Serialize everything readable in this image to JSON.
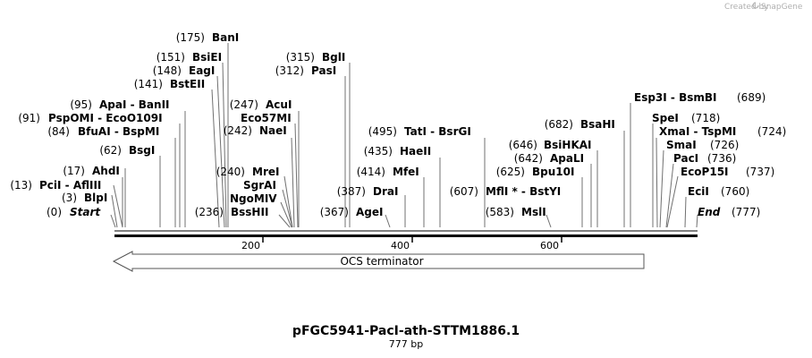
{
  "credit": {
    "prefix": "Created by",
    "brand": "SnapGene"
  },
  "map": {
    "title": "pFGC5941-PacI-ath-STTM1886.1",
    "length_label": "777 bp",
    "length_bp": 777,
    "ticks": [
      "200",
      "400",
      "600"
    ],
    "feature": {
      "name": "OCS terminator",
      "direction": "reverse"
    }
  },
  "sites": [
    {
      "pos": "(0)",
      "text": "Start"
    },
    {
      "pos": "(3)",
      "text": "BlpI"
    },
    {
      "pos": "(13)",
      "text": "PciI  - AflIII"
    },
    {
      "pos": "(17)",
      "text": "AhdI"
    },
    {
      "pos": "(62)",
      "text": "BsgI"
    },
    {
      "pos": "(84)",
      "text": "BfuAI  - BspMI"
    },
    {
      "pos": "(91)",
      "text": "PspOMI  - EcoO109I"
    },
    {
      "pos": "(95)",
      "text": "ApaI  - BanII"
    },
    {
      "pos": "(141)",
      "text": "BstEII"
    },
    {
      "pos": "(148)",
      "text": "EagI"
    },
    {
      "pos": "(151)",
      "text": "BsiEI"
    },
    {
      "pos": "(175)",
      "text": "BanI"
    },
    {
      "pos": "(236)",
      "text": "BssHII"
    },
    {
      "pos": "",
      "text": "NgoMIV"
    },
    {
      "pos": "",
      "text": "SgrAI"
    },
    {
      "pos": "(240)",
      "text": "MreI"
    },
    {
      "pos": "(242)",
      "text": "NaeI"
    },
    {
      "pos": "",
      "text": "Eco57MI"
    },
    {
      "pos": "(247)",
      "text": "AcuI"
    },
    {
      "pos": "(312)",
      "text": "PasI"
    },
    {
      "pos": "(315)",
      "text": "BglI"
    },
    {
      "pos": "(367)",
      "text": "AgeI"
    },
    {
      "pos": "(387)",
      "text": "DraI"
    },
    {
      "pos": "(414)",
      "text": "MfeI"
    },
    {
      "pos": "(435)",
      "text": "HaeII"
    },
    {
      "pos": "(495)",
      "text": "TatI  - BsrGI"
    },
    {
      "pos": "(583)",
      "text": "MslI"
    },
    {
      "pos": "(607)",
      "text": "MflI * - BstYI"
    },
    {
      "pos": "(625)",
      "text": "Bpu10I"
    },
    {
      "pos": "(642)",
      "text": "ApaLI"
    },
    {
      "pos": "(646)",
      "text": "BsiHKAI"
    },
    {
      "pos": "(682)",
      "text": "BsaHI"
    },
    {
      "pos": "(689)",
      "text": "Esp3I  - BsmBI"
    },
    {
      "pos": "(718)",
      "text": "SpeI"
    },
    {
      "pos": "(724)",
      "text": "XmaI  - TspMI"
    },
    {
      "pos": "(726)",
      "text": "SmaI"
    },
    {
      "pos": "(736)",
      "text": "PacI"
    },
    {
      "pos": "(737)",
      "text": "EcoP15I"
    },
    {
      "pos": "(760)",
      "text": "EciI"
    },
    {
      "pos": "(777)",
      "text": "End"
    }
  ]
}
